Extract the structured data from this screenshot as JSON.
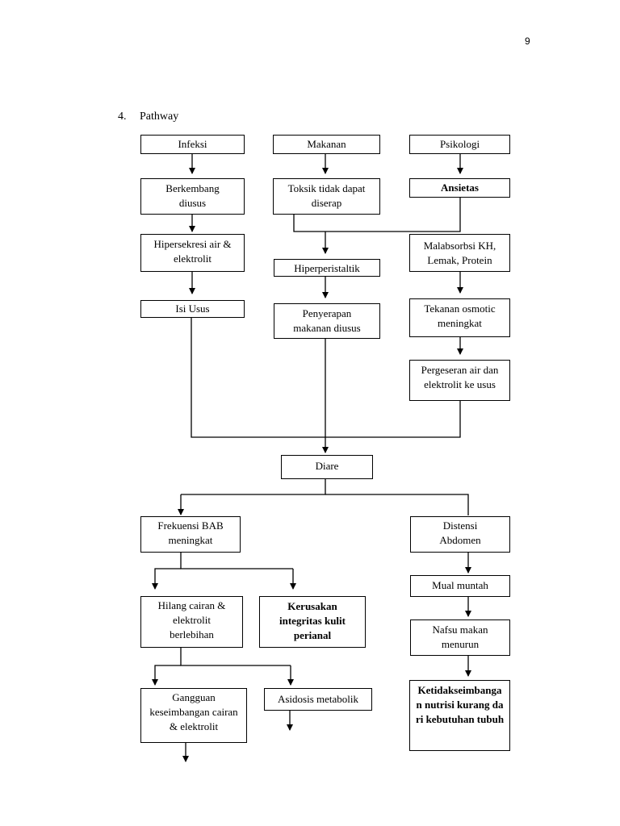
{
  "page_number": "9",
  "section": {
    "number": "4.",
    "title": "Pathway"
  },
  "nodes": {
    "infeksi": "Infeksi",
    "makanan": "Makanan",
    "psikologi": "Psikologi",
    "berkembang": "Berkembang diusus",
    "toksik": "Toksik tidak dapat diserap",
    "ansietas": "Ansietas",
    "hipersekresi": "Hipersekresi air & elektrolit",
    "hiperperistaltik": "Hiperperistaltik",
    "malabsorbsi": "Malabsorbsi KH, Lemak, Protein",
    "isi_usus": "Isi Usus",
    "penyerapan": "Penyerapan makanan diusus",
    "tekanan": "Tekanan osmotic meningkat",
    "pergeseran": "Pergeseran air dan elektrolit ke usus",
    "diare": "Diare",
    "frekuensi": "Frekuensi BAB meningkat",
    "distensi": "Distensi Abdomen",
    "mual": "Mual muntah",
    "hilang": "Hilang cairan & elektrolit berlebihan",
    "kerusakan": "Kerusakan integritas kulit perianal",
    "nafsu": "Nafsu makan menurun",
    "gangguan": "Gangguan keseimbangan cairan & elektrolit",
    "asidosis": "Asidosis metabolik",
    "ketidak": "Ketidakseimbangan nutrisi kurang dari kebutuhan tubuh"
  }
}
